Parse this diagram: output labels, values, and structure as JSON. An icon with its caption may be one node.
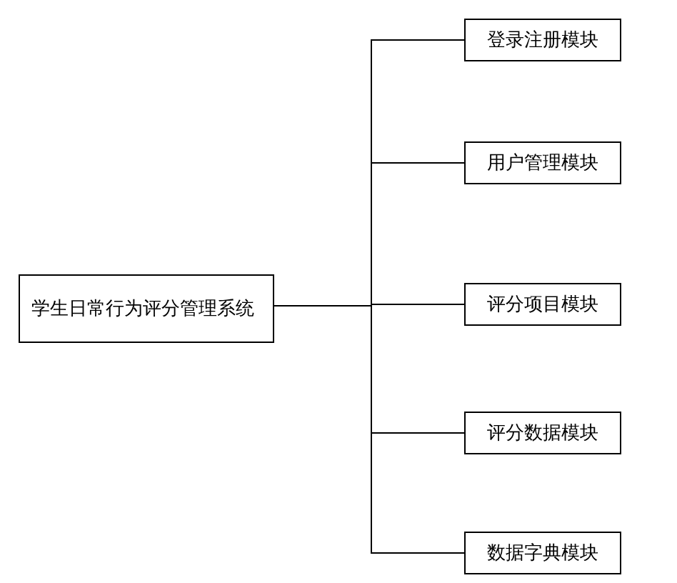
{
  "diagram": {
    "nodes": [
      {
        "text": [
          "学生日常行为评分管理系统"
        ]
      },
      {
        "text": [
          "登录注册模块"
        ]
      },
      {
        "text": [
          "用户管理模块"
        ]
      },
      {
        "text": [
          "评分项目模块"
        ]
      },
      {
        "text": [
          "评分数据模块"
        ]
      },
      {
        "text": [
          "数据字典模块"
        ]
      }
    ],
    "edges": [
      {
        "from": 0,
        "to": 1,
        "arrow": "none"
      },
      {
        "from": 0,
        "to": 2,
        "arrow": "none"
      },
      {
        "from": 0,
        "to": 3,
        "arrow": "none"
      },
      {
        "from": 0,
        "to": 4,
        "arrow": "none"
      },
      {
        "from": 0,
        "to": 5,
        "arrow": "none"
      }
    ]
  }
}
